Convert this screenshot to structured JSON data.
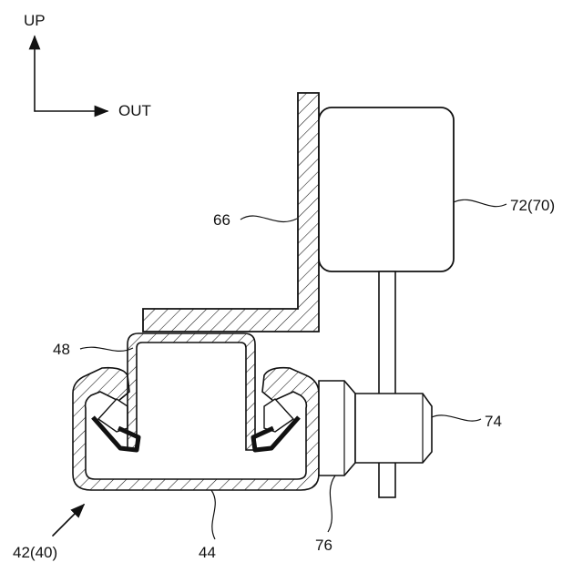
{
  "axes": {
    "up_label": "UP",
    "out_label": "OUT"
  },
  "labels": {
    "l66": "66",
    "l72": "72(70)",
    "l48": "48",
    "l74": "74",
    "l42": "42(40)",
    "l44": "44",
    "l76": "76"
  }
}
